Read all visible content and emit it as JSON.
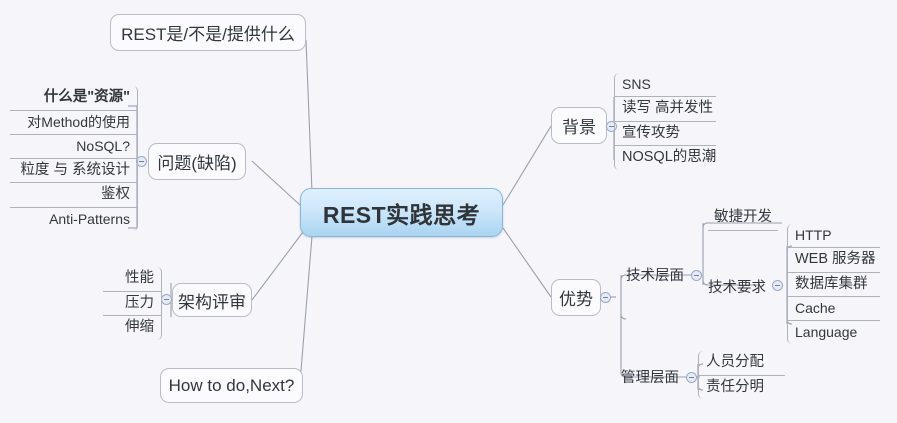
{
  "app": {
    "type": "mind-map",
    "background_color": "#f6f6fa",
    "root_fill_top": "#dff0fd",
    "root_fill_bottom": "#a9d4f1",
    "node_border_color": "#b9bcc6",
    "line_color": "#9aa0ad",
    "toggle_icon": "collapse-minus-icon"
  },
  "root": {
    "label": "REST实践思考"
  },
  "branches": {
    "top_left": {
      "label": "REST是/不是/提供什么"
    },
    "problems": {
      "label": "问题(缺陷)",
      "toggle": "minus",
      "children": [
        {
          "label": "什么是\"资源\"",
          "bold": true
        },
        {
          "label": "对Method的使用",
          "bold": false
        },
        {
          "label": "NoSQL?",
          "bold": false
        },
        {
          "label": "粒度 与 系统设计",
          "bold": false
        },
        {
          "label": "鉴权",
          "bold": false
        },
        {
          "label": "Anti-Patterns",
          "bold": false
        }
      ]
    },
    "architecture_review": {
      "label": "架构评审",
      "toggle": "minus",
      "children": [
        {
          "label": "性能",
          "bold": false
        },
        {
          "label": "压力",
          "bold": false
        },
        {
          "label": "伸缩",
          "bold": false
        }
      ]
    },
    "next": {
      "label": "How to do,Next?"
    },
    "background": {
      "label": "背景",
      "toggle": "minus",
      "children": [
        {
          "label": "SNS"
        },
        {
          "label": "读写 高并发性"
        },
        {
          "label": "宣传攻势"
        },
        {
          "label": "NOSQL的思潮"
        }
      ]
    },
    "advantages": {
      "label": "优势",
      "toggle": "minus",
      "children": [
        {
          "label": "技术层面",
          "toggle": "minus",
          "children": [
            {
              "label": "敏捷开发"
            },
            {
              "label": "技术要求",
              "toggle": "minus",
              "children": [
                {
                  "label": "HTTP"
                },
                {
                  "label": "WEB 服务器"
                },
                {
                  "label": "数据库集群"
                },
                {
                  "label": "Cache"
                },
                {
                  "label": "Language"
                }
              ]
            }
          ]
        },
        {
          "label": "管理层面",
          "toggle": "minus",
          "children": [
            {
              "label": "人员分配"
            },
            {
              "label": "责任分明"
            }
          ]
        }
      ]
    }
  }
}
